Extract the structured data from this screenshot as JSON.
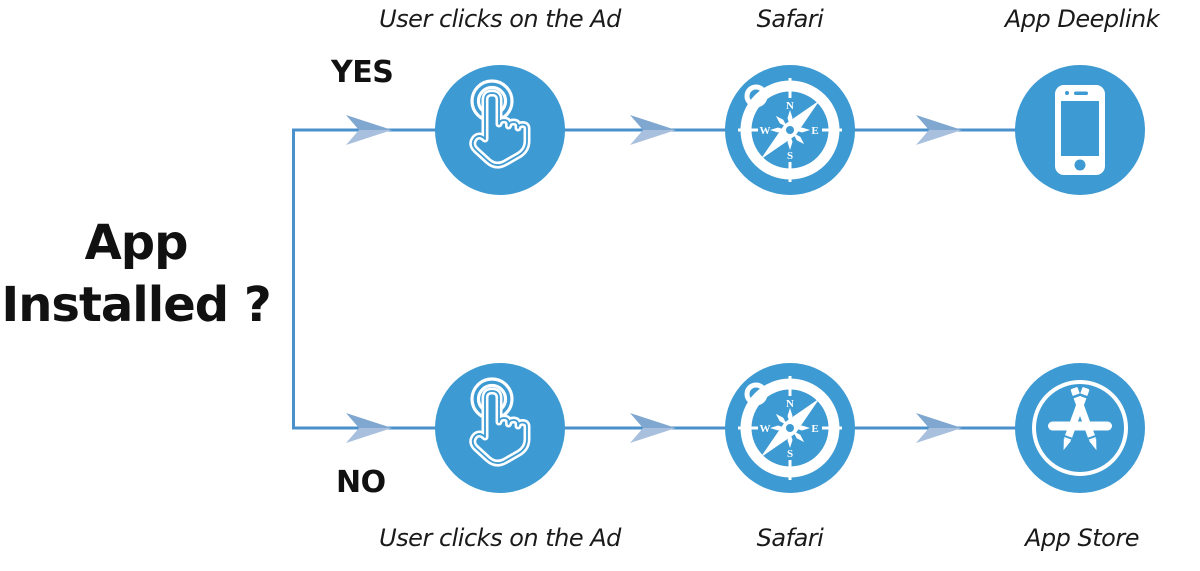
{
  "title": {
    "line1": "App",
    "line2": "Installed ?"
  },
  "branches": [
    {
      "label": "YES",
      "steps": [
        {
          "label": "User clicks on the Ad",
          "icon": "tap-icon"
        },
        {
          "label": "Safari",
          "icon": "safari-compass-icon"
        },
        {
          "label": "App Deeplink",
          "icon": "smartphone-icon"
        }
      ]
    },
    {
      "label": "NO",
      "steps": [
        {
          "label": "User clicks on the Ad",
          "icon": "tap-icon"
        },
        {
          "label": "Safari",
          "icon": "safari-compass-icon"
        },
        {
          "label": "App Store",
          "icon": "app-store-icon"
        }
      ]
    }
  ],
  "colors": {
    "node_fill": "#3D9AD2",
    "connector": "#4A90CB",
    "arrow_dark": "#7FA7CF",
    "arrow_light": "#A8C0DD",
    "text": "#1A1A1A"
  }
}
